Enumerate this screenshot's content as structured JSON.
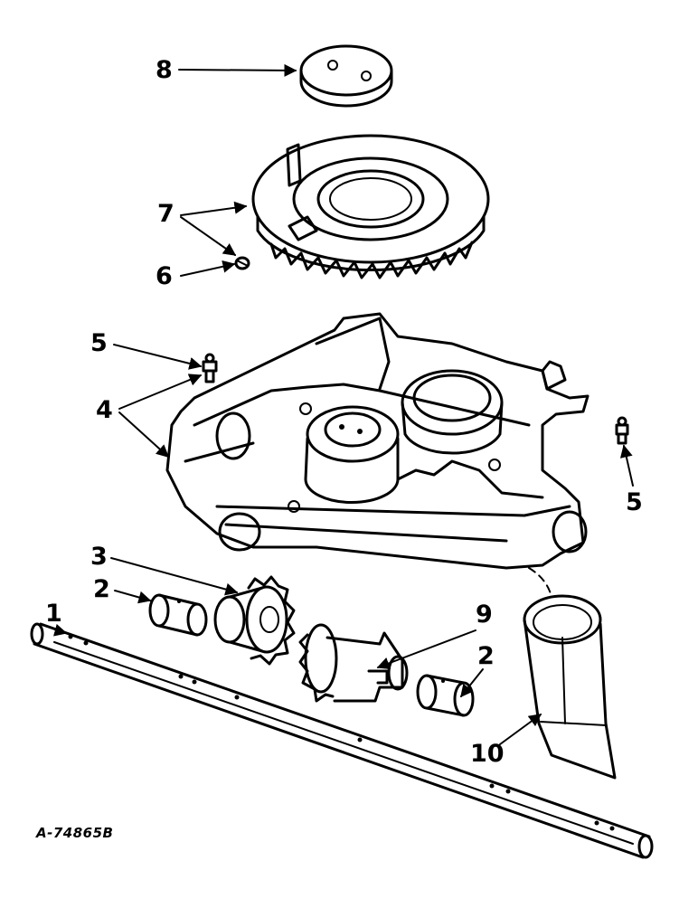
{
  "callouts": [
    {
      "id": "1",
      "text": "1"
    },
    {
      "id": "2a",
      "text": "2"
    },
    {
      "id": "2b",
      "text": "2"
    },
    {
      "id": "3",
      "text": "3"
    },
    {
      "id": "4",
      "text": "4"
    },
    {
      "id": "5a",
      "text": "5"
    },
    {
      "id": "5b",
      "text": "5"
    },
    {
      "id": "6",
      "text": "6"
    },
    {
      "id": "7",
      "text": "7"
    },
    {
      "id": "8",
      "text": "8"
    },
    {
      "id": "9",
      "text": "9"
    },
    {
      "id": "10",
      "text": "10"
    }
  ],
  "drawing_code": "A-74865B"
}
